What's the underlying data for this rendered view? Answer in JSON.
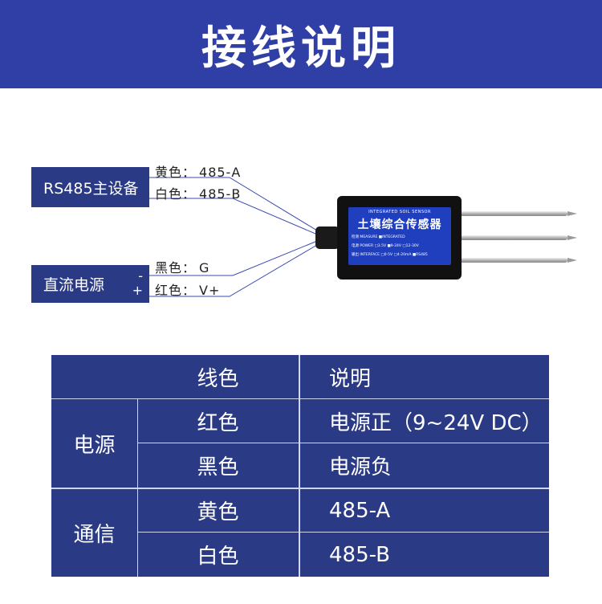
{
  "header": {
    "title": "接线说明"
  },
  "diagram": {
    "rs485_box": "RS485主设备",
    "power_box": "直流电源",
    "power_minus": "-",
    "power_plus": "+",
    "wires": [
      {
        "color_name": "黄色：",
        "signal": "485-A"
      },
      {
        "color_name": "白色：",
        "signal": "485-B"
      },
      {
        "color_name": "黑色：",
        "signal": "G"
      },
      {
        "color_name": "红色：",
        "signal": "V+"
      }
    ],
    "sensor": {
      "subtitle": "INTEGRATED SOIL SENSOR",
      "name": "土壤综合传感器",
      "spec_line1": "检测 MEASURE    ■INTEGRATED",
      "spec_line2": "电源 POWER    □3.5V  ■9-24V  □12-30V",
      "spec_line3": "输出 INTERFACE  □0-5V  □4-20mA  ■RS485"
    },
    "wire_line_color": "#3a4bb0",
    "box_color": "#2b3a85"
  },
  "table": {
    "headers": {
      "col_color": "线色",
      "col_desc": "说明"
    },
    "groups": [
      {
        "name": "电源",
        "rows": [
          {
            "color": "红色",
            "desc": "电源正（9~24V DC）"
          },
          {
            "color": "黑色",
            "desc": "电源负"
          }
        ]
      },
      {
        "name": "通信",
        "rows": [
          {
            "color": "黄色",
            "desc": "485-A"
          },
          {
            "color": "白色",
            "desc": "485-B"
          }
        ]
      }
    ]
  }
}
